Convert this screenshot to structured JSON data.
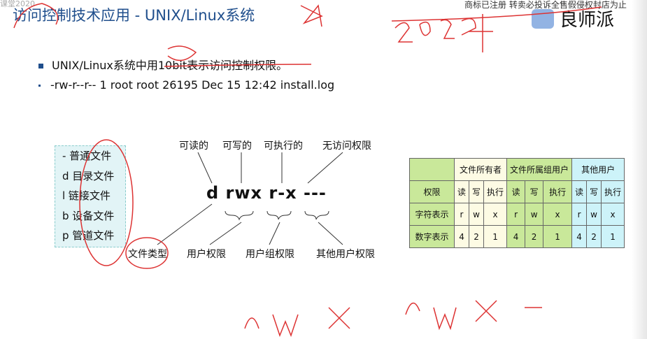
{
  "watermark": "课堂2020",
  "notice": "商标已注册 转卖必投诉全售假侵权封店为止",
  "logo": "良师派",
  "title": "访问控制技术应用 - UNIX/Linux系统",
  "bullets": [
    "UNIX/Linux系统中用10bit表示访问控制权限。",
    "-rw-r--r-- 1 root root 26195 Dec 15 12:42 install.log"
  ],
  "file_types": [
    "- 普通文件",
    "d 目录文件",
    "l 链接文件",
    "b 设备文件",
    "p 管道文件"
  ],
  "diagram": {
    "perm": "d rwx r-x ---",
    "top_labels": [
      "可读的",
      "可写的",
      "可执行的",
      "无访问权限"
    ],
    "bottom_labels": [
      "文件类型",
      "用户权限",
      "用户组权限",
      "其他用户权限"
    ]
  },
  "table": {
    "groups": [
      "文件所有者",
      "文件所属组用户",
      "其他用户"
    ],
    "rows": [
      [
        "权限",
        "读",
        "写",
        "执行",
        "读",
        "写",
        "执行",
        "读",
        "写",
        "执行"
      ],
      [
        "字符表示",
        "r",
        "w",
        "x",
        "r",
        "w",
        "x",
        "r",
        "w",
        "x"
      ],
      [
        "数字表示",
        "4",
        "2",
        "1",
        "4",
        "2",
        "1",
        "4",
        "2",
        "1"
      ]
    ]
  }
}
